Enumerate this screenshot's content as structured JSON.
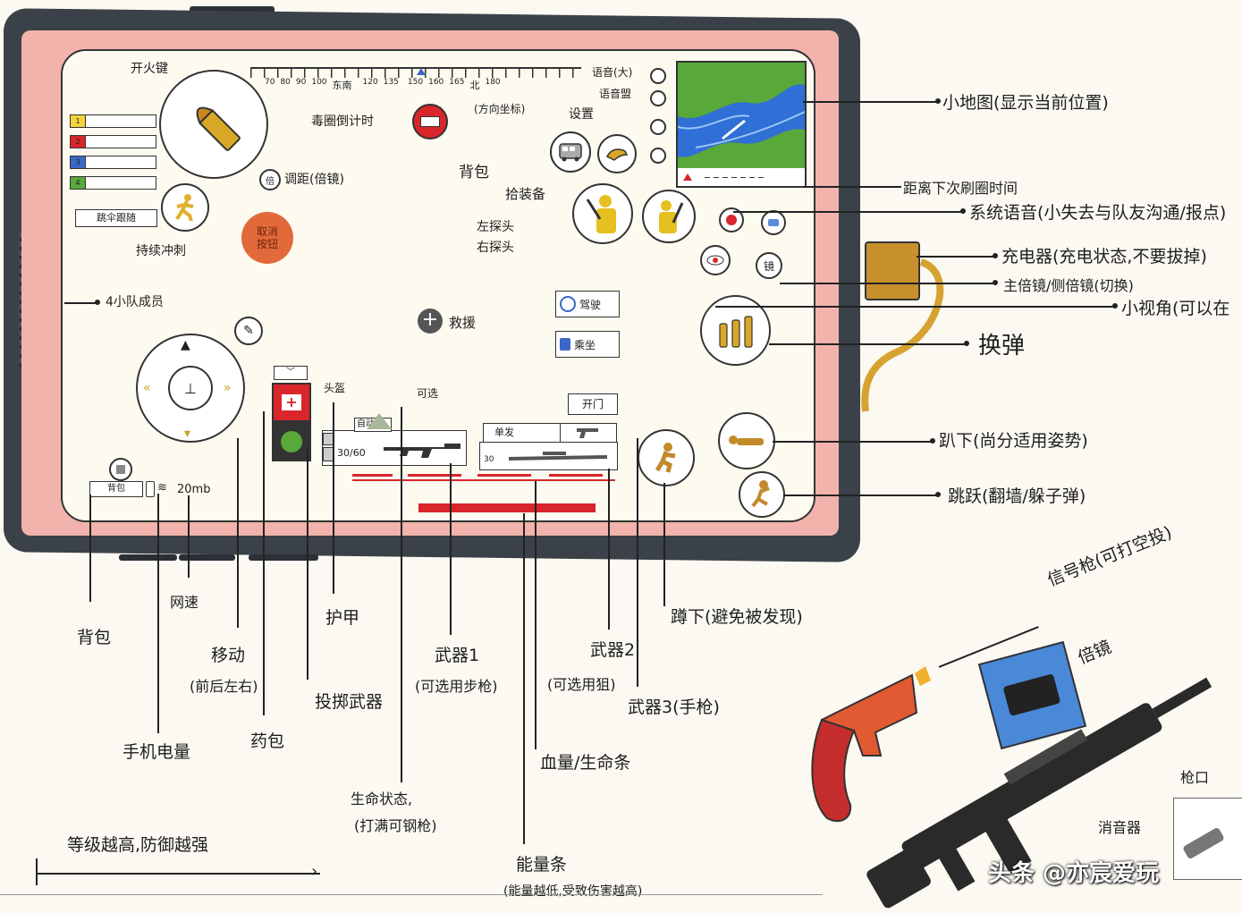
{
  "hud": {
    "fire_key": "开火键",
    "compass": [
      "70",
      "80",
      "90",
      "100",
      "东南",
      "120",
      "135",
      "150",
      "160",
      "165",
      "北",
      "180"
    ],
    "direction_coord": "(方向坐标)",
    "poison_timer": "毒圈倒计时",
    "scope_adjust": "调距(倍镜)",
    "voice_top": "语音(大)",
    "voice_mid": "语音盟",
    "settings": "设置",
    "backpack": "背包",
    "pick_gear": "拾装备",
    "left_peek": "左探头",
    "right_peek": "右探头",
    "team_slots": [
      "1",
      "2",
      "3",
      "4"
    ],
    "follow_jump": "跳伞跟随",
    "continue_sprint": "持续冲刺",
    "cancel_jump": "取消 按钮",
    "rescue": "救援",
    "drive": "驾驶",
    "ride": "乘坐",
    "helmet": "头盔",
    "optional": "可选",
    "auto": "自动",
    "ammo": "30/60",
    "single": "单发",
    "ammo2": "30",
    "open_door": "开门",
    "network": "20mb",
    "backpack_btn": "背包"
  },
  "annotations": {
    "minimap": "小地图(显示当前位置)",
    "circle_time": "距离下次刷圈时间",
    "system_voice": "系统语音(小失去与队友沟通/报点)",
    "charger": "充电器(充电状态,不要拔掉)",
    "scope_switch": "主倍镜/侧倍镜(切换)",
    "free_look": "小视角(可以在",
    "reload": "换弹",
    "prone": "趴下(尚分适用姿势)",
    "jump": "跳跃(翻墙/躲子弹)",
    "teammates": "4小队成员",
    "crouch": "蹲下(避免被发现)",
    "backpack": "背包",
    "network_speed": "网速",
    "move": "移动",
    "move_sub": "(前后左右)",
    "battery": "手机电量",
    "medkit": "药包",
    "throwable": "投掷武器",
    "armor": "护甲",
    "life_state": "生命状态,",
    "life_state_sub": "(打满可钢枪)",
    "weapon1": "武器1",
    "weapon1_sub": "(可选用步枪)",
    "weapon2": "武器2",
    "weapon2_sub": "(可选用狙)",
    "weapon3": "武器3(手枪)",
    "health_bar": "血量/生命条",
    "energy_bar": "能量条",
    "energy_sub": "(能量越低,受致伤害越高)",
    "level": "等级越高,防御越强",
    "flare_gun": "信号枪(可打空投)",
    "scope": "倍镜",
    "muzzle": "枪口",
    "suppressor": "消音器"
  },
  "watermark": "头条 @亦宸爱玩",
  "colors": {
    "bezel": "#3b4148",
    "frame": "#f1b3ac",
    "screen": "#fdfaf0",
    "accent_red": "#d8262b",
    "map_water": "#2f6fd6",
    "map_land": "#59a83a",
    "gold": "#d9a828"
  }
}
